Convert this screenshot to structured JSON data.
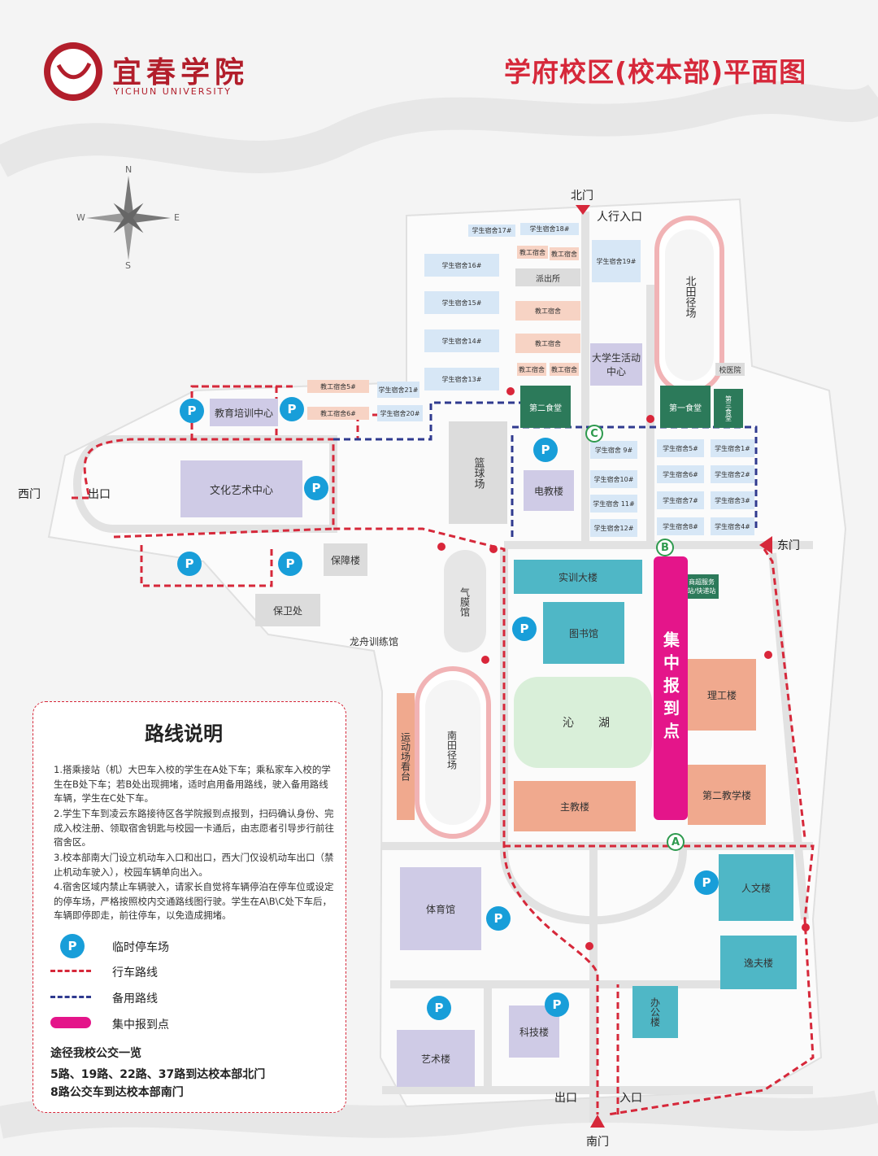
{
  "header": {
    "logo_cn": "宜春学院",
    "logo_en": "YICHUN UNIVERSITY",
    "title": "学府校区(校本部)平面图"
  },
  "compass": {
    "n": "N",
    "s": "S",
    "w": "W",
    "e": "E"
  },
  "gates": {
    "north": "北门",
    "pedestrian": "人行入口",
    "west": "西门",
    "west_exit": "出口",
    "east": "东门",
    "south": "南门",
    "south_exit": "出口",
    "south_entry": "入口"
  },
  "buildings": {
    "dorm17": "学生宿舍17#",
    "dorm18": "学生宿舍18#",
    "dorm16": "学生宿舍16#",
    "dorm15": "学生宿舍15#",
    "dorm14": "学生宿舍14#",
    "dorm13": "学生宿舍13#",
    "dorm19": "学生宿舍19#",
    "dorm21": "学生宿舍21#",
    "dorm20": "学生宿舍20#",
    "staff_a": "教工宿舍",
    "staff_b": "教工宿舍",
    "police": "派出所",
    "staff_c": "教工宿舍",
    "staff_d": "教工宿舍",
    "staff_e": "教工宿舍",
    "staff_f": "教工宿舍",
    "staff5": "教工宿舍5#",
    "staff6": "教工宿舍6#",
    "activity": "大学生活动中心",
    "north_field": "北田径场",
    "clinic": "校医院",
    "canteen2": "第二食堂",
    "canteen1": "第一食堂",
    "canteen3": "第三食堂",
    "training": "教育培训中心",
    "culture": "文化艺术中心",
    "basketball": "篮球场",
    "av": "电教楼",
    "dorm9": "学生宿舍 9#",
    "dorm10": "学生宿舍10#",
    "dorm11": "学生宿舍 11#",
    "dorm12": "学生宿舍12#",
    "dorm5": "学生宿舍5#",
    "dorm6": "学生宿舍6#",
    "dorm7": "学生宿舍7#",
    "dorm8": "学生宿舍8#",
    "dorm1": "学生宿舍1#",
    "dorm2": "学生宿舍2#",
    "dorm3": "学生宿舍3#",
    "dorm4": "学生宿舍4#",
    "support": "保障楼",
    "security": "保卫处",
    "dragon": "龙舟训练馆",
    "air": "气膜馆",
    "practice": "实训大楼",
    "shop": "商超服务站/快递站",
    "library": "图书馆",
    "lake_a": "沁",
    "lake_b": "湖",
    "science": "理工楼",
    "stands": "运动场看台",
    "south_field": "南田径场",
    "main": "主教楼",
    "teach2": "第二教学楼",
    "humanities": "人文楼",
    "gym": "体育馆",
    "yifu": "逸夫楼",
    "admin": "办公楼",
    "tech": "科技楼",
    "art": "艺术楼",
    "report": "集中报到点"
  },
  "markers": {
    "p": "P",
    "a": "A",
    "b": "B",
    "c": "C"
  },
  "legend": {
    "title": "路线说明",
    "items": [
      "1.搭乘接站（机）大巴车入校的学生在A处下车；乘私家车入校的学生在B处下车；若B处出现拥堵，适时启用备用路线，驶入备用路线车辆，学生在C处下车。",
      "2.学生下车到凌云东路接待区各学院报到点报到，扫码确认身份、完成入校注册、领取宿舍钥匙与校园一卡通后，由志愿者引导步行前往宿舍区。",
      "3.校本部南大门设立机动车入口和出口，西大门仅设机动车出口（禁止机动车驶入），校园车辆单向出入。",
      "4.宿舍区域内禁止车辆驶入，请家长自觉将车辆停泊在停车位或设定的停车场，严格按照校内交通路线图行驶。学生在A\\B\\C处下车后，车辆即停即走，前往停车，以免造成拥堵。"
    ],
    "parking": "临时停车场",
    "route": "行车路线",
    "backup": "备用路线",
    "report_point": "集中报到点",
    "bus_title": "途径我校公交一览",
    "bus1": "5路、19路、22路、37路到达校本部北门",
    "bus2": "8路公交车到达校本部南门"
  },
  "colors": {
    "route": "#d6283a",
    "backup": "#2f3a8f",
    "report": "#e4158a",
    "teal": "#4fb7c6"
  }
}
